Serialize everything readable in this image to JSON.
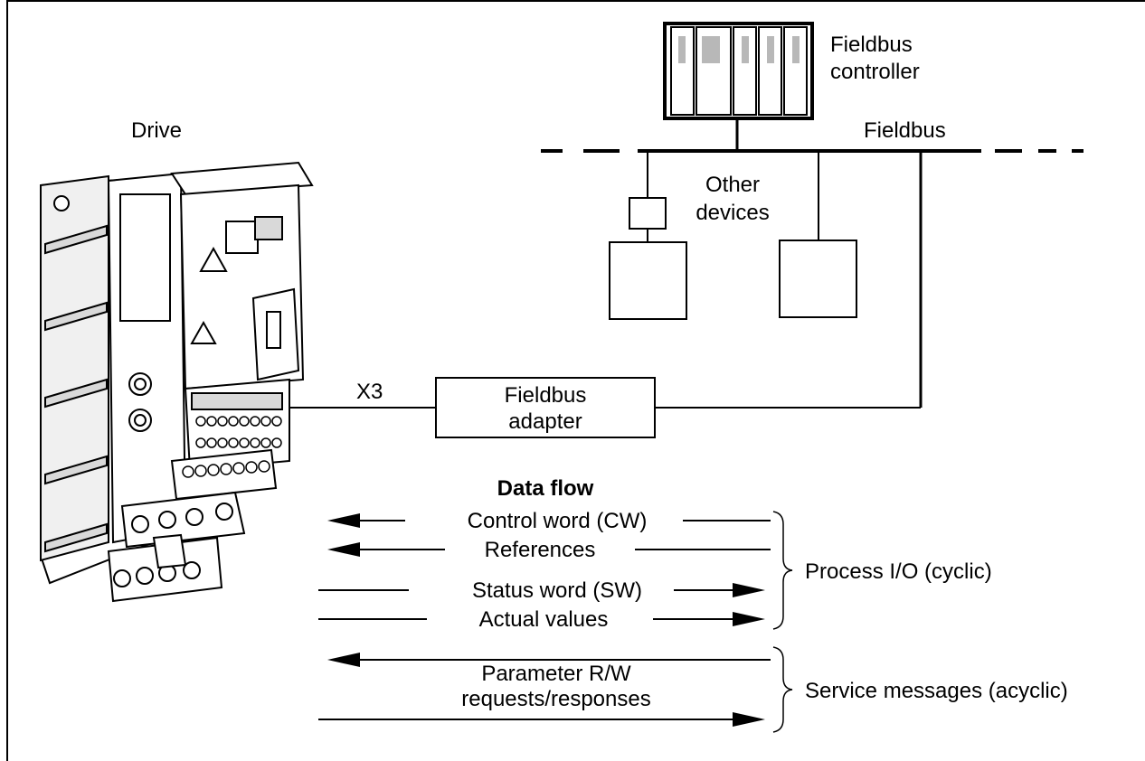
{
  "labels": {
    "drive": "Drive",
    "fieldbus_controller_line1": "Fieldbus",
    "fieldbus_controller_line2": "controller",
    "fieldbus": "Fieldbus",
    "other_devices_line1": "Other",
    "other_devices_line2": "devices",
    "x3": "X3",
    "adapter_line1": "Fieldbus",
    "adapter_line2": "adapter"
  },
  "data_flow": {
    "title": "Data flow",
    "process_io": {
      "label": "Process I/O (cyclic)",
      "items": [
        "Control word (CW)",
        "References",
        "Status word (SW)",
        "Actual values"
      ]
    },
    "service": {
      "label": "Service messages (acyclic)",
      "line1": "Parameter R/W",
      "line2": "requests/responses"
    }
  },
  "colors": {
    "stroke": "#000000",
    "drive_body": "#ffffff",
    "drive_shade": "#d9d9d9",
    "module_fill": "#c8c8c8"
  }
}
